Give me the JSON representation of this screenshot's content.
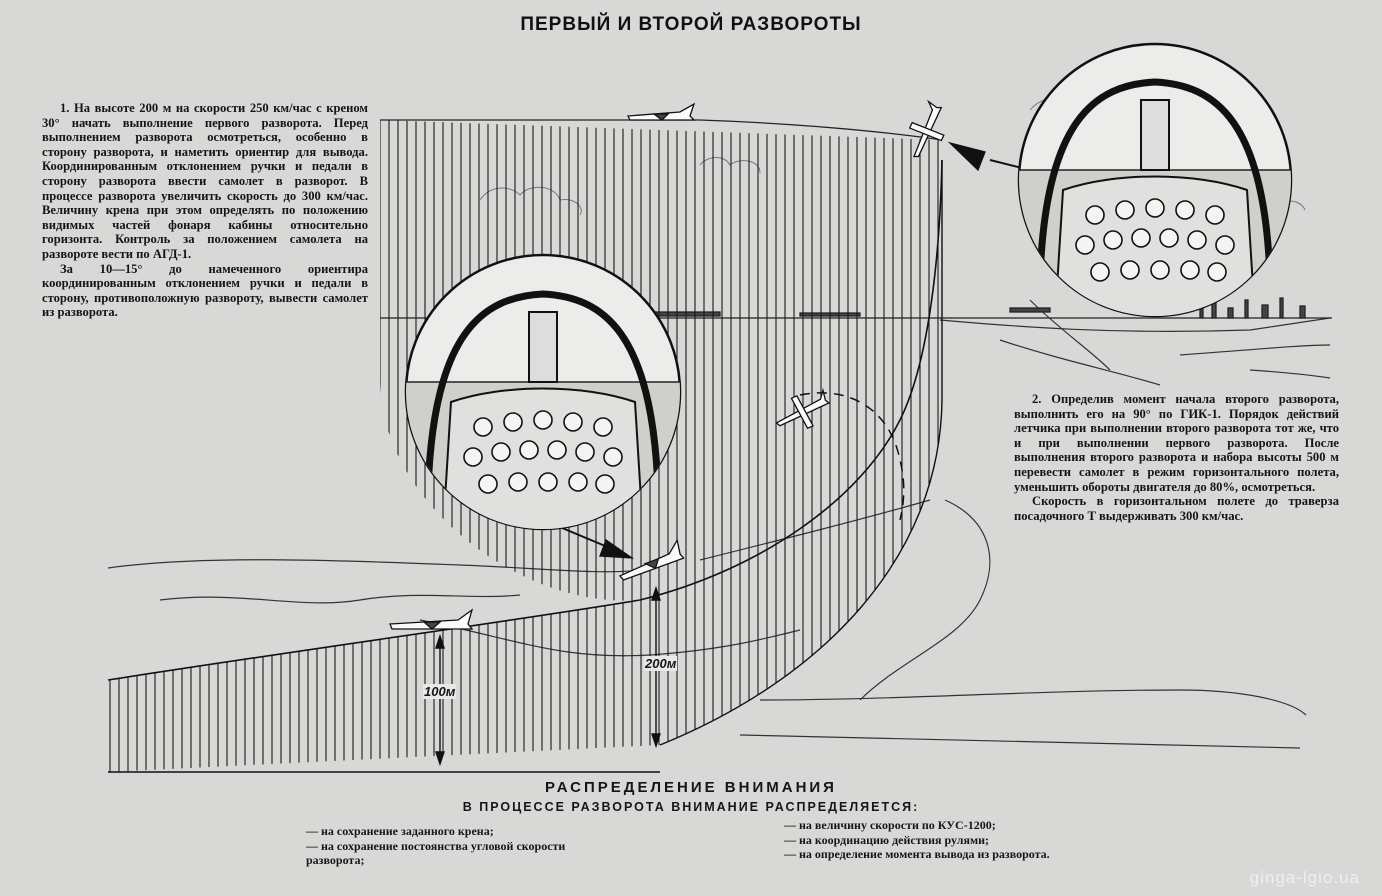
{
  "title": "ПЕРВЫЙ И ВТОРОЙ РАЗВОРОТЫ",
  "paragraph1": {
    "p1": "1. На высоте 200 м на скорости 250 км/час с креном 30° начать выполнение первого разворота. Перед выполнением разворота осмотреться, особенно в сторону разворота, и наметить ориентир для вывода. Координированным отклонением ручки и педали в сторону разворота ввести самолет в разворот. В процессе разворота увеличить скорость до 300 км/час. Величину крена при этом определять по положению видимых частей фонаря кабины относительно горизонта. Контроль за положением самолета на развороте вести по АГД-1.",
    "p2": "За 10—15° до намеченного ориентира координированным отклонением ручки и педали в сторону, противоположную развороту, вывести самолет из разворота."
  },
  "paragraph2": {
    "p1": "2. Определив момент начала второго разворота, выполнить его на 90° по ГИК-1. Порядок действий летчика при выполнении второго разворота тот же, что и при выполнении первого разворота. После выполнения второго разворота и набора высоты 500 м перевести самолет в режим горизонтального полета, уменьшить обороты двигателя до 80%, осмотреться.",
    "p2": "Скорость в горизонтальном полете до траверза посадочного Т выдерживать 300 км/час."
  },
  "altitudes": {
    "low": "100м",
    "high": "200м"
  },
  "attention": {
    "title": "РАСПРЕДЕЛЕНИЕ ВНИМАНИЯ",
    "subtitle": "В ПРОЦЕССЕ РАЗВОРОТА ВНИМАНИЕ РАСПРЕДЕЛЯЕТСЯ:",
    "left": [
      "— на сохранение заданного крена;",
      "— на сохранение постоянства угловой скорости",
      "разворота;"
    ],
    "right": [
      "— на величину скорости по КУС-1200;",
      "— на координацию действия рулями;",
      "— на определение момента вывода из разворота."
    ]
  },
  "watermark": "ginga-lgio.ua"
}
